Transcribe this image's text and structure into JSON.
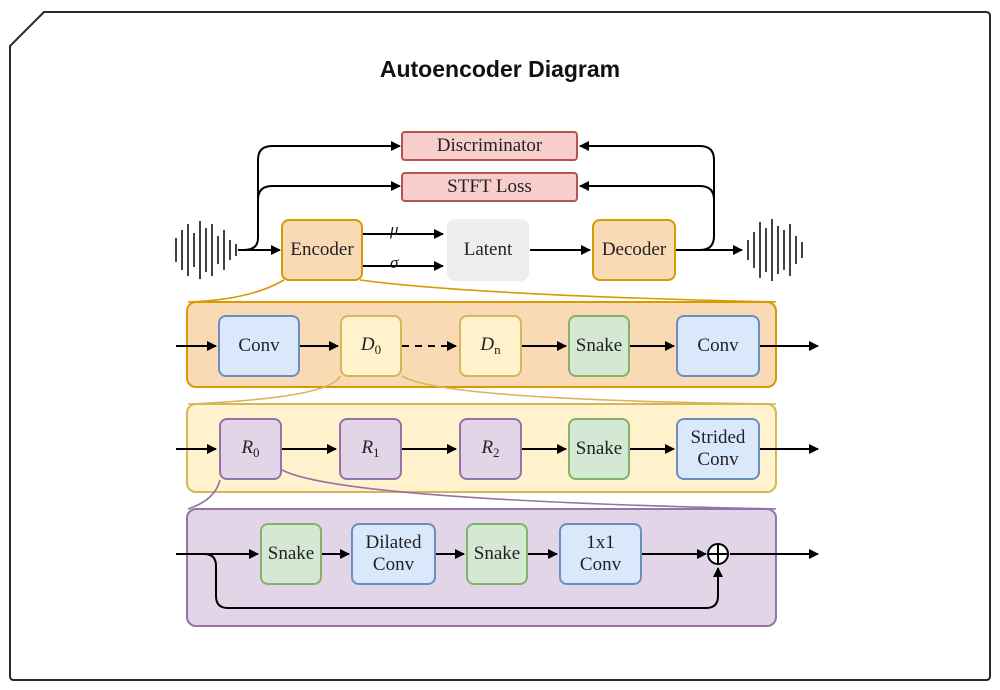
{
  "title": "Autoencoder Diagram",
  "top": {
    "discriminator": "Discriminator",
    "stft_loss": "STFT Loss",
    "encoder": "Encoder",
    "latent": "Latent",
    "decoder": "Decoder",
    "mu": "μ",
    "sigma": "σ"
  },
  "encoder_block": {
    "conv_in": "Conv",
    "d0_base": "D",
    "d0_sub": "0",
    "dn_base": "D",
    "dn_sub": "n",
    "snake": "Snake",
    "conv_out": "Conv"
  },
  "d_block": {
    "r0_base": "R",
    "r0_sub": "0",
    "r1_base": "R",
    "r1_sub": "1",
    "r2_base": "R",
    "r2_sub": "2",
    "snake": "Snake",
    "strided_line1": "Strided",
    "strided_line2": "Conv"
  },
  "r_block": {
    "snake1": "Snake",
    "dilated_line1": "Dilated",
    "dilated_line2": "Conv",
    "snake2": "Snake",
    "conv1x1_line1": "1x1",
    "conv1x1_line2": "Conv"
  },
  "colors": {
    "red_fill": "#f8cecc",
    "orange_fill": "#fad9b5",
    "yellow_fill": "#fff2cc",
    "blue_fill": "#dae8fc",
    "green_fill": "#d5e8d4",
    "purple_fill": "#e1d5e7",
    "latent_fill": "#eeeeee"
  }
}
